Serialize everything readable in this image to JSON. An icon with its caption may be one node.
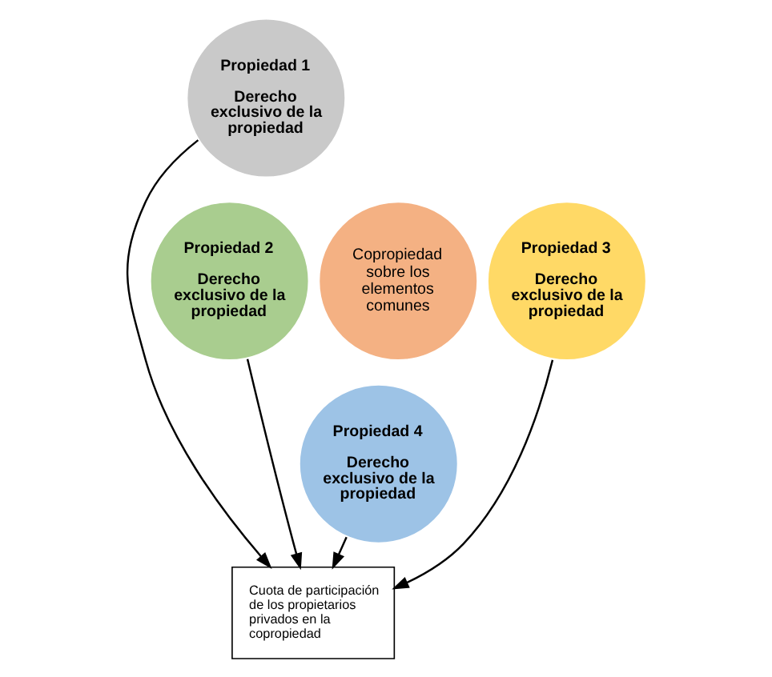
{
  "diagram": {
    "nodes": [
      {
        "text": [
          "Propiedad 1",
          "Derecho exclusivo de la propiedad"
        ]
      },
      {
        "text": [
          "Propiedad 2",
          "Derecho exclusivo de la propiedad"
        ]
      },
      {
        "text": [
          "Copropiedad sobre los elementos comunes"
        ]
      },
      {
        "text": [
          "Propiedad 3",
          "Derecho exclusivo de la propiedad"
        ]
      },
      {
        "text": [
          "Propiedad 4",
          "Derecho exclusivo de la propiedad"
        ]
      },
      {
        "text": [
          "Cuota de participación de los propietarios privados en la copropiedad"
        ]
      }
    ],
    "edges": [
      {
        "from": 0,
        "to": 5,
        "arrow": "to"
      },
      {
        "from": 1,
        "to": 5,
        "arrow": "to"
      },
      {
        "from": 4,
        "to": 5,
        "arrow": "to"
      },
      {
        "from": 3,
        "to": 5,
        "arrow": "to"
      }
    ]
  }
}
